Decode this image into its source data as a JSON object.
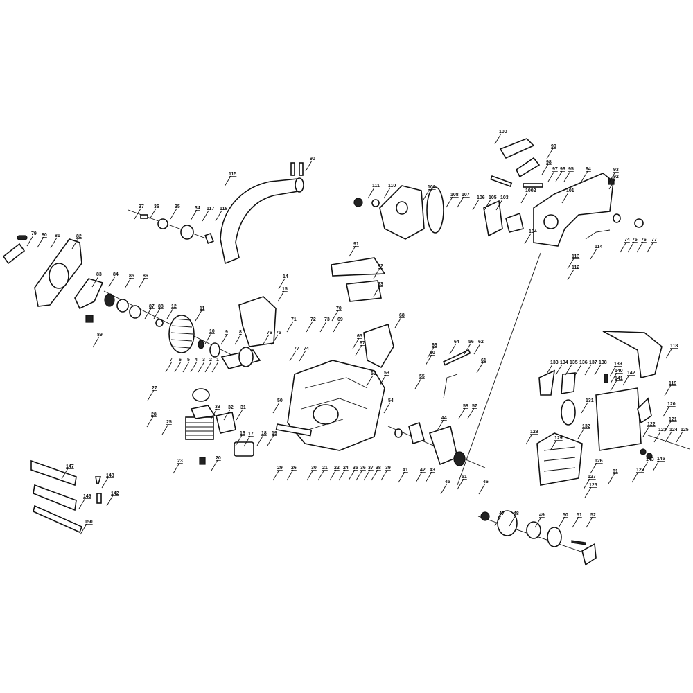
{
  "diagram": {
    "type": "exploded-parts-diagram",
    "subject": "chainsaw",
    "colors": {
      "line": "#111111",
      "background": "#ffffff"
    },
    "labels": [
      "100",
      "99",
      "98",
      "97",
      "96",
      "95",
      "94",
      "93",
      "92",
      "1002",
      "101",
      "111",
      "110",
      "109",
      "108",
      "107",
      "106",
      "105",
      "103",
      "104",
      "114",
      "113",
      "112",
      "74",
      "75",
      "76",
      "77",
      "115",
      "90",
      "37",
      "36",
      "35",
      "34",
      "117",
      "118",
      "79",
      "80",
      "81",
      "82",
      "83",
      "84",
      "85",
      "86",
      "87",
      "88",
      "12",
      "89",
      "11",
      "10",
      "9",
      "8",
      "14",
      "15",
      "91",
      "92",
      "93",
      "70",
      "69",
      "71",
      "72",
      "73",
      "76",
      "75",
      "74",
      "77",
      "68",
      "65",
      "67",
      "64",
      "63",
      "62",
      "61",
      "56",
      "60",
      "7",
      "6",
      "5",
      "4",
      "3",
      "2",
      "1",
      "27",
      "33",
      "32",
      "31",
      "28",
      "25",
      "23",
      "20",
      "17",
      "16",
      "18",
      "19",
      "50",
      "52",
      "53",
      "54",
      "55",
      "29",
      "26",
      "30",
      "21",
      "22",
      "24",
      "35",
      "36",
      "37",
      "38",
      "39",
      "41",
      "42",
      "43",
      "44",
      "45",
      "51",
      "46",
      "58",
      "57",
      "47",
      "48",
      "49",
      "50",
      "51",
      "52",
      "133",
      "134",
      "135",
      "136",
      "137",
      "138",
      "139",
      "140",
      "141",
      "142",
      "118",
      "119",
      "120",
      "121",
      "122",
      "123",
      "124",
      "125",
      "131",
      "128",
      "129",
      "132",
      "126",
      "127",
      "125",
      "81",
      "129",
      "143",
      "145",
      "147",
      "148",
      "142",
      "149",
      "150"
    ]
  }
}
